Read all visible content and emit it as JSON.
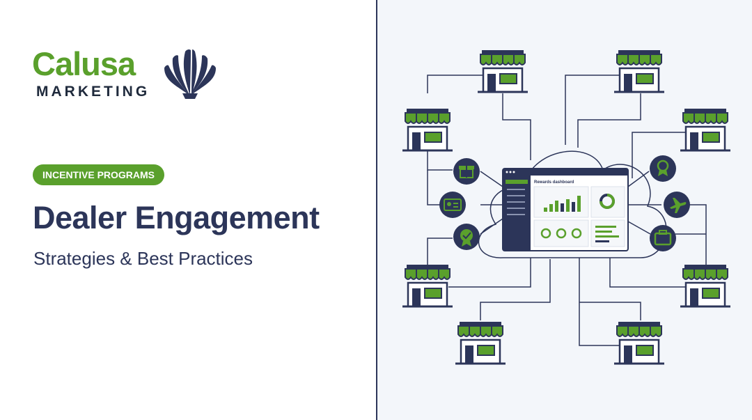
{
  "brand": {
    "name": "Calusa",
    "tagline": "MARKETING",
    "logo_icon": "scallop-shell-icon"
  },
  "hero": {
    "badge": "INCENTIVE PROGRAMS",
    "title": "Dealer Engagement",
    "subtitle": "Strategies & Best Practices"
  },
  "diagram": {
    "dashboard_title": "Rewards dashboard",
    "node_icon": "storefront-icon",
    "reward_icons": [
      "gift-icon",
      "id-card-icon",
      "verified-badge-icon",
      "award-ribbon-icon",
      "airplane-icon",
      "briefcase-icon"
    ]
  },
  "colors": {
    "brand_green": "#5aa02c",
    "navy": "#2c3559",
    "background": "#f3f6fa"
  }
}
